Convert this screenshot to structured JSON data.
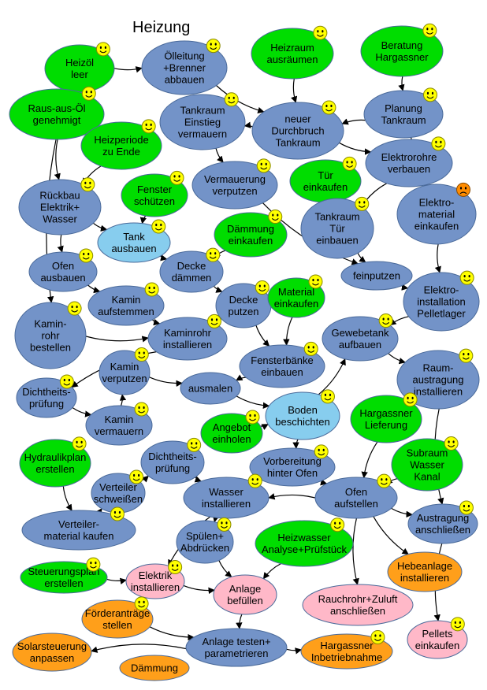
{
  "title": "Heizung",
  "colors": {
    "green": "#00dd00",
    "blue": "#7393c8",
    "lightblue": "#87cdee",
    "pink": "#ffb8c8",
    "orange": "#ff9f1a",
    "stroke": "#4a6a9a"
  },
  "nodes": [
    {
      "id": "heizoel",
      "label": [
        "Heizöl",
        "leer"
      ],
      "color": "green"
    },
    {
      "id": "oelleitung",
      "label": [
        "Ölleitung",
        "+Brenner",
        "abbauen"
      ],
      "color": "blue"
    },
    {
      "id": "heizraum",
      "label": [
        "Heizraum",
        "ausräumen"
      ],
      "color": "green"
    },
    {
      "id": "beratung",
      "label": [
        "Beratung",
        "Hargassner"
      ],
      "color": "green"
    },
    {
      "id": "rausaus",
      "label": [
        "Raus-aus-Öl",
        "genehmigt"
      ],
      "color": "green"
    },
    {
      "id": "tankraumeinstieg",
      "label": [
        "Tankraum",
        "Einstieg",
        "vermauern"
      ],
      "color": "blue"
    },
    {
      "id": "durchbruch",
      "label": [
        "neuer",
        "Durchbruch",
        "Tankraum"
      ],
      "color": "blue"
    },
    {
      "id": "planung",
      "label": [
        "Planung",
        "Tankraum"
      ],
      "color": "blue"
    },
    {
      "id": "heizperiode",
      "label": [
        "Heizperiode",
        "zu Ende"
      ],
      "color": "green"
    },
    {
      "id": "elektrorohre",
      "label": [
        "Elektrorohre",
        "verbauen"
      ],
      "color": "blue"
    },
    {
      "id": "vermauerung",
      "label": [
        "Vermauerung",
        "verputzen"
      ],
      "color": "blue"
    },
    {
      "id": "tuer",
      "label": [
        "Tür",
        "einkaufen"
      ],
      "color": "green"
    },
    {
      "id": "rueckbau",
      "label": [
        "Rückbau",
        "Elektrik+",
        "Wasser"
      ],
      "color": "blue"
    },
    {
      "id": "fenster",
      "label": [
        "Fenster",
        "schützen"
      ],
      "color": "green"
    },
    {
      "id": "elektromaterial",
      "label": [
        "Elektro-",
        "material",
        "einkaufen"
      ],
      "color": "blue"
    },
    {
      "id": "tankraumtuer",
      "label": [
        "Tankraum",
        "Tür",
        "einbauen"
      ],
      "color": "blue"
    },
    {
      "id": "tank",
      "label": [
        "Tank",
        "ausbauen"
      ],
      "color": "lightblue"
    },
    {
      "id": "daemmungeinkaufen",
      "label": [
        "Dämmung",
        "einkaufen"
      ],
      "color": "green"
    },
    {
      "id": "ofenausbauen",
      "label": [
        "Ofen",
        "ausbauen"
      ],
      "color": "blue"
    },
    {
      "id": "deckedaemmen",
      "label": [
        "Decke",
        "dämmen"
      ],
      "color": "blue"
    },
    {
      "id": "feinputzen",
      "label": [
        "feinputzen"
      ],
      "color": "blue"
    },
    {
      "id": "elektroinst",
      "label": [
        "Elektro-",
        "installation",
        "Pelletlager"
      ],
      "color": "blue"
    },
    {
      "id": "kaminaufstemmen",
      "label": [
        "Kamin",
        "aufstemmen"
      ],
      "color": "blue"
    },
    {
      "id": "deckeputzen",
      "label": [
        "Decke",
        "putzen"
      ],
      "color": "blue"
    },
    {
      "id": "materialeinkaufen",
      "label": [
        "Material",
        "einkaufen"
      ],
      "color": "green"
    },
    {
      "id": "kaminrohrbestellen",
      "label": [
        "Kamin-",
        "rohr",
        "bestellen"
      ],
      "color": "blue"
    },
    {
      "id": "kaminrohrinst",
      "label": [
        "Kaminrohr",
        "installieren"
      ],
      "color": "blue"
    },
    {
      "id": "gewebetank",
      "label": [
        "Gewebetank",
        "aufbauen"
      ],
      "color": "blue"
    },
    {
      "id": "raumaustragung",
      "label": [
        "Raum-",
        "austragung",
        "installieren"
      ],
      "color": "blue"
    },
    {
      "id": "fensterbaenke",
      "label": [
        "Fensterbänke",
        "einbauen"
      ],
      "color": "blue"
    },
    {
      "id": "kaminverputzen",
      "label": [
        "Kamin",
        "verputzen"
      ],
      "color": "blue"
    },
    {
      "id": "dichtheits1",
      "label": [
        "Dichtheits-",
        "prüfung"
      ],
      "color": "blue"
    },
    {
      "id": "ausmalen",
      "label": [
        "ausmalen"
      ],
      "color": "blue"
    },
    {
      "id": "boden",
      "label": [
        "Boden",
        "beschichten"
      ],
      "color": "lightblue"
    },
    {
      "id": "hargassnerlieferung",
      "label": [
        "Hargassner",
        "Lieferung"
      ],
      "color": "green"
    },
    {
      "id": "kaminvermauern",
      "label": [
        "Kamin",
        "vermauern"
      ],
      "color": "blue"
    },
    {
      "id": "angebot",
      "label": [
        "Angebot",
        "einholen"
      ],
      "color": "green"
    },
    {
      "id": "hydraulikplan",
      "label": [
        "Hydraulikplan",
        "erstellen"
      ],
      "color": "green"
    },
    {
      "id": "dichtheits2",
      "label": [
        "Dichtheits-",
        "prüfung"
      ],
      "color": "blue"
    },
    {
      "id": "vorbereitung",
      "label": [
        "Vorbereitung",
        "hinter Ofen"
      ],
      "color": "blue"
    },
    {
      "id": "subraum",
      "label": [
        "Subraum",
        "Wasser",
        "Kanal"
      ],
      "color": "green"
    },
    {
      "id": "verteilerschweissen",
      "label": [
        "Verteiler",
        "schweißen"
      ],
      "color": "blue"
    },
    {
      "id": "wasserinst",
      "label": [
        "Wasser",
        "installieren"
      ],
      "color": "blue"
    },
    {
      "id": "ofenaufstellen",
      "label": [
        "Ofen",
        "aufstellen"
      ],
      "color": "blue"
    },
    {
      "id": "verteilermaterial",
      "label": [
        "Verteiler-",
        "material kaufen"
      ],
      "color": "blue"
    },
    {
      "id": "austragunganschl",
      "label": [
        "Austragung",
        "anschließen"
      ],
      "color": "blue"
    },
    {
      "id": "spuelen",
      "label": [
        "Spülen+",
        "Abdrücken"
      ],
      "color": "blue"
    },
    {
      "id": "heizwasser",
      "label": [
        "Heizwasser",
        "Analyse+Prüfstück"
      ],
      "color": "green"
    },
    {
      "id": "steuerungsplan",
      "label": [
        "Steuerungsplan",
        "erstellen"
      ],
      "color": "green"
    },
    {
      "id": "elektrikinst",
      "label": [
        "Elektrik",
        "installieren"
      ],
      "color": "pink"
    },
    {
      "id": "hebeanlage",
      "label": [
        "Hebeanlage",
        "installieren"
      ],
      "color": "orange"
    },
    {
      "id": "anlagebefuellen",
      "label": [
        "Anlage",
        "befüllen"
      ],
      "color": "pink"
    },
    {
      "id": "rauchrohr",
      "label": [
        "Rauchrohr+Zuluft",
        "anschließen"
      ],
      "color": "pink"
    },
    {
      "id": "foerderantraege",
      "label": [
        "Förderanträge",
        "stellen"
      ],
      "color": "orange"
    },
    {
      "id": "solarsteuerung",
      "label": [
        "Solarsteuerung",
        "anpassen"
      ],
      "color": "orange"
    },
    {
      "id": "anlagetesten",
      "label": [
        "Anlage testen+",
        "parametrieren"
      ],
      "color": "blue"
    },
    {
      "id": "hargassnerinbetrieb",
      "label": [
        "Hargassner",
        "Inbetriebnahme"
      ],
      "color": "orange"
    },
    {
      "id": "pellets",
      "label": [
        "Pellets",
        "einkaufen"
      ],
      "color": "pink"
    },
    {
      "id": "daemmung",
      "label": [
        "Dämmung"
      ],
      "color": "orange"
    }
  ],
  "smileys": [
    {
      "for": "heizoel",
      "mood": "happy"
    },
    {
      "for": "oelleitung",
      "mood": "happy"
    },
    {
      "for": "heizraum",
      "mood": "happy"
    },
    {
      "for": "beratung",
      "mood": "happy"
    },
    {
      "for": "rausaus",
      "mood": "happy"
    },
    {
      "for": "tankraumeinstieg",
      "mood": "happy"
    },
    {
      "for": "durchbruch",
      "mood": "happy"
    },
    {
      "for": "planung",
      "mood": "happy"
    },
    {
      "for": "heizperiode",
      "mood": "happy"
    },
    {
      "for": "elektrorohre",
      "mood": "happy"
    },
    {
      "for": "vermauerung",
      "mood": "happy"
    },
    {
      "for": "tuer",
      "mood": "happy"
    },
    {
      "for": "rueckbau",
      "mood": "happy"
    },
    {
      "for": "fenster",
      "mood": "happy"
    },
    {
      "for": "elektromaterial",
      "mood": "unhappy"
    },
    {
      "for": "tankraumtuer",
      "mood": "happy"
    },
    {
      "for": "tank",
      "mood": "happy"
    },
    {
      "for": "daemmungeinkaufen",
      "mood": "happy"
    },
    {
      "for": "ofenausbauen",
      "mood": "happy"
    },
    {
      "for": "deckedaemmen",
      "mood": "happy"
    },
    {
      "for": "elektroinst",
      "mood": "happy"
    },
    {
      "for": "kaminaufstemmen",
      "mood": "happy"
    },
    {
      "for": "deckeputzen",
      "mood": "happy"
    },
    {
      "for": "materialeinkaufen",
      "mood": "happy"
    },
    {
      "for": "kaminrohrbestellen",
      "mood": "happy"
    },
    {
      "for": "kaminrohrinst",
      "mood": "happy"
    },
    {
      "for": "gewebetank",
      "mood": "happy"
    },
    {
      "for": "raumaustragung",
      "mood": "happy"
    },
    {
      "for": "fensterbaenke",
      "mood": "happy"
    },
    {
      "for": "kaminverputzen",
      "mood": "happy"
    },
    {
      "for": "dichtheits1",
      "mood": "happy"
    },
    {
      "for": "boden",
      "mood": "happy"
    },
    {
      "for": "hargassnerlieferung",
      "mood": "happy"
    },
    {
      "for": "kaminvermauern",
      "mood": "happy"
    },
    {
      "for": "angebot",
      "mood": "happy"
    },
    {
      "for": "hydraulikplan",
      "mood": "happy"
    },
    {
      "for": "dichtheits2",
      "mood": "happy"
    },
    {
      "for": "vorbereitung",
      "mood": "happy"
    },
    {
      "for": "subraum",
      "mood": "happy"
    },
    {
      "for": "verteilerschweissen",
      "mood": "happy"
    },
    {
      "for": "wasserinst",
      "mood": "happy"
    },
    {
      "for": "ofenaufstellen",
      "mood": "happy"
    },
    {
      "for": "verteilermaterial",
      "mood": "happy"
    },
    {
      "for": "austragunganschl",
      "mood": "happy"
    },
    {
      "for": "spuelen",
      "mood": "happy"
    },
    {
      "for": "heizwasser",
      "mood": "happy"
    },
    {
      "for": "steuerungsplan",
      "mood": "happy"
    },
    {
      "for": "elektrikinst",
      "mood": "happy"
    },
    {
      "for": "foerderantraege",
      "mood": "happy"
    },
    {
      "for": "pellets",
      "mood": "happy"
    },
    {
      "for": "hargassnerinbetrieb",
      "mood": "happy"
    }
  ],
  "edges": [
    [
      "heizoel",
      "oelleitung"
    ],
    [
      "oelleitung",
      "durchbruch"
    ],
    [
      "heizraum",
      "durchbruch"
    ],
    [
      "beratung",
      "planung"
    ],
    [
      "planung",
      "durchbruch"
    ],
    [
      "planung",
      "elektromaterial"
    ],
    [
      "durchbruch",
      "tankraumeinstieg"
    ],
    [
      "durchbruch",
      "elektrorohre"
    ],
    [
      "tankraumeinstieg",
      "vermauerung"
    ],
    [
      "elektrorohre",
      "tankraumtuer"
    ],
    [
      "tuer",
      "tankraumtuer"
    ],
    [
      "rausaus",
      "rueckbau"
    ],
    [
      "rausaus",
      "kaminrohrbestellen"
    ],
    [
      "heizperiode",
      "rueckbau"
    ],
    [
      "rueckbau",
      "tank"
    ],
    [
      "rueckbau",
      "ofenausbauen"
    ],
    [
      "fenster",
      "tank"
    ],
    [
      "tank",
      "deckedaemmen"
    ],
    [
      "daemmungeinkaufen",
      "deckedaemmen"
    ],
    [
      "vermauerung",
      "feinputzen"
    ],
    [
      "tankraumtuer",
      "feinputzen"
    ],
    [
      "elektromaterial",
      "elektroinst"
    ],
    [
      "feinputzen",
      "elektroinst"
    ],
    [
      "ofenausbauen",
      "kaminaufstemmen"
    ],
    [
      "deckedaemmen",
      "deckeputzen"
    ],
    [
      "kaminaufstemmen",
      "kaminrohrinst"
    ],
    [
      "kaminrohrbestellen",
      "kaminrohrinst"
    ],
    [
      "deckeputzen",
      "fensterbaenke"
    ],
    [
      "materialeinkaufen",
      "fensterbaenke"
    ],
    [
      "elektroinst",
      "gewebetank"
    ],
    [
      "gewebetank",
      "raumaustragung"
    ],
    [
      "kaminrohrinst",
      "dichtheits1"
    ],
    [
      "dichtheits1",
      "kaminvermauern"
    ],
    [
      "kaminvermauern",
      "kaminverputzen"
    ],
    [
      "kaminverputzen",
      "ausmalen"
    ],
    [
      "fensterbaenke",
      "ausmalen"
    ],
    [
      "ausmalen",
      "boden"
    ],
    [
      "angebot",
      "boden"
    ],
    [
      "boden",
      "gewebetank"
    ],
    [
      "boden",
      "vorbereitung"
    ],
    [
      "hargassnerlieferung",
      "ofenaufstellen"
    ],
    [
      "vorbereitung",
      "ofenaufstellen"
    ],
    [
      "subraum",
      "ofenaufstellen"
    ],
    [
      "raumaustragung",
      "austragunganschl"
    ],
    [
      "ofenaufstellen",
      "austragunganschl"
    ],
    [
      "ofenaufstellen",
      "wasserinst"
    ],
    [
      "ofenaufstellen",
      "rauchrohr"
    ],
    [
      "ofenaufstellen",
      "hebeanlage"
    ],
    [
      "hydraulikplan",
      "verteilermaterial"
    ],
    [
      "verteilermaterial",
      "verteilerschweissen"
    ],
    [
      "verteilerschweissen",
      "dichtheits2"
    ],
    [
      "dichtheits2",
      "wasserinst"
    ],
    [
      "wasserinst",
      "spuelen"
    ],
    [
      "wasserinst",
      "elektrikinst"
    ],
    [
      "steuerungsplan",
      "elektrikinst"
    ],
    [
      "spuelen",
      "anlagebefuellen"
    ],
    [
      "heizwasser",
      "anlagebefuellen"
    ],
    [
      "elektrikinst",
      "anlagebefuellen"
    ],
    [
      "anlagebefuellen",
      "anlagetesten"
    ],
    [
      "foerderantraege",
      "anlagetesten"
    ],
    [
      "anlagetesten",
      "solarsteuerung"
    ],
    [
      "anlagetesten",
      "hargassnerinbetrieb"
    ],
    [
      "austragunganschl",
      "pellets"
    ]
  ]
}
